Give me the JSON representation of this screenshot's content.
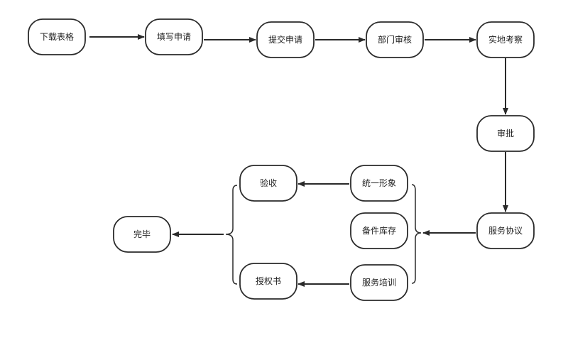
{
  "nodes": {
    "download": "下载表格",
    "fill": "填写申请",
    "submit": "提交申请",
    "dept_review": "部门审核",
    "site_visit": "实地考察",
    "approve": "审批",
    "service_agreement": "服务协议",
    "unified_image": "统一形象",
    "spare_parts": "备件库存",
    "service_training": "服务培训",
    "acceptance": "验收",
    "authorization": "授权书",
    "done": "完毕"
  },
  "colors": {
    "stroke": "#2a2a2a",
    "background": "#ffffff"
  }
}
